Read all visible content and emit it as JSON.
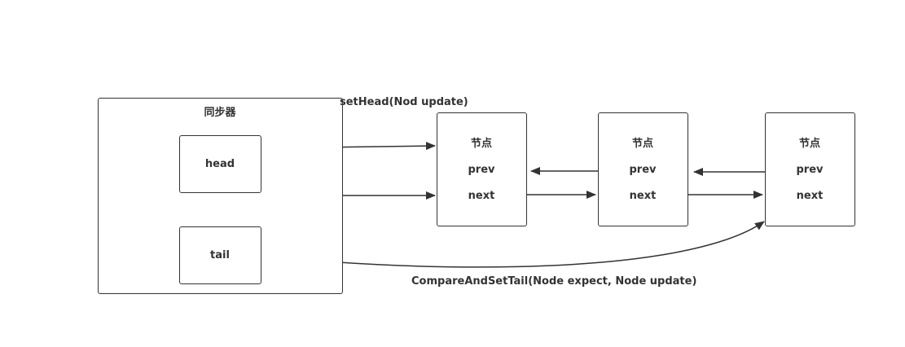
{
  "synchronizer": {
    "title": "同步器",
    "head_label": "head",
    "tail_label": "tail"
  },
  "nodes": [
    {
      "title": "节点",
      "prev_label": "prev",
      "next_label": "next"
    },
    {
      "title": "节点",
      "prev_label": "prev",
      "next_label": "next"
    },
    {
      "title": "节点",
      "prev_label": "prev",
      "next_label": "next"
    }
  ],
  "edges": {
    "set_head_label": "setHead(Nod update)",
    "compare_and_set_tail_label": "CompareAndSetTail(Node expect, Node update)"
  },
  "colors": {
    "stroke": "#333333",
    "background": "#ffffff"
  }
}
